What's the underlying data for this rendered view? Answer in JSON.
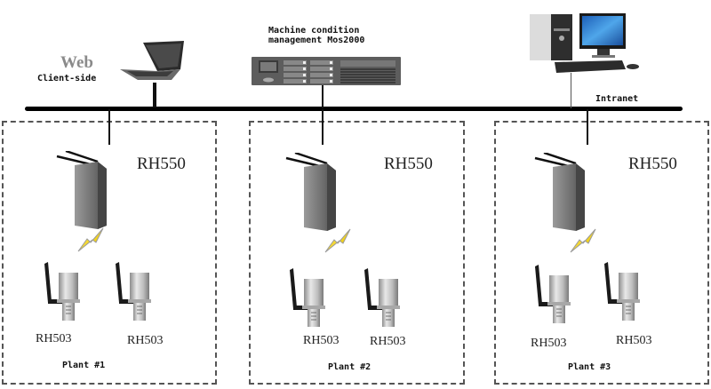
{
  "network": {
    "bus_label": "Intranet"
  },
  "client": {
    "title": "Web",
    "subtitle": "Client-side",
    "icon": "laptop-icon"
  },
  "server": {
    "line1": "Machine condition",
    "line2": "management Mos2000",
    "icon": "rack-server-icon"
  },
  "workstation": {
    "icon": "desktop-computer-icon"
  },
  "plants": [
    {
      "name": "Plant #1",
      "gateway": {
        "label": "RH550",
        "icon": "wireless-gateway-icon"
      },
      "wireless_icon": "lightning-bolt-icon",
      "sensors": [
        {
          "label": "RH503"
        },
        {
          "label": "RH503"
        }
      ]
    },
    {
      "name": "Plant #2",
      "gateway": {
        "label": "RH550",
        "icon": "wireless-gateway-icon"
      },
      "wireless_icon": "lightning-bolt-icon",
      "sensors": [
        {
          "label": "RH503"
        },
        {
          "label": "RH503"
        }
      ]
    },
    {
      "name": "Plant #3",
      "gateway": {
        "label": "RH550",
        "icon": "wireless-gateway-icon"
      },
      "wireless_icon": "lightning-bolt-icon",
      "sensors": [
        {
          "label": "RH503"
        },
        {
          "label": "RH503"
        }
      ]
    }
  ],
  "colors": {
    "bus": "#000000",
    "box_border": "#555555",
    "bolt": "#f2d21b",
    "monitor_screen": "#2a72c8"
  }
}
